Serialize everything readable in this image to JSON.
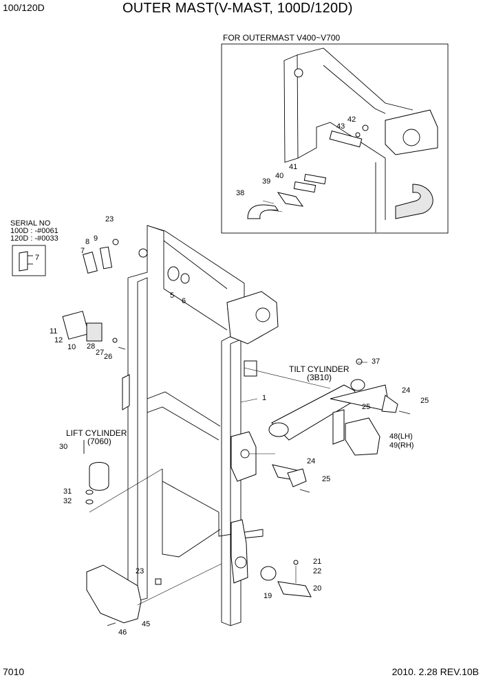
{
  "header": {
    "model": "100/120D",
    "title": "OUTER MAST(V-MAST, 100D/120D)"
  },
  "inset": {
    "label": "FOR OUTERMAST V400~V700"
  },
  "serial": {
    "title": "SERIAL NO",
    "line1": "100D : -#0061",
    "line2": "120D : -#0033"
  },
  "assemblies": {
    "lift_cylinder": "LIFT CYLINDER",
    "lift_code": "(7060)",
    "tilt_cylinder": "TILT CYLINDER",
    "tilt_code": "(3B10)"
  },
  "callouts": {
    "c1": "1",
    "c5": "5",
    "c6": "6",
    "c7": "7",
    "c8": "8",
    "c9": "9",
    "c10": "10",
    "c11": "11",
    "c12": "12",
    "c19": "19",
    "c20": "20",
    "c21": "21",
    "c22": "22",
    "c23a": "23",
    "c23b": "23",
    "c24a": "24",
    "c24b": "24",
    "c25a": "25",
    "c25b": "25",
    "c25c": "25",
    "c26": "26",
    "c27": "27",
    "c28": "28",
    "c30": "30",
    "c31": "31",
    "c32": "32",
    "c37": "37",
    "c38": "38",
    "c39": "39",
    "c40": "40",
    "c41": "41",
    "c42": "42",
    "c43": "43",
    "c45": "45",
    "c46": "46",
    "c48": "48(LH)",
    "c49": "49(RH)"
  },
  "footer": {
    "page": "7010",
    "revision": "2010. 2.28  REV.10B"
  }
}
